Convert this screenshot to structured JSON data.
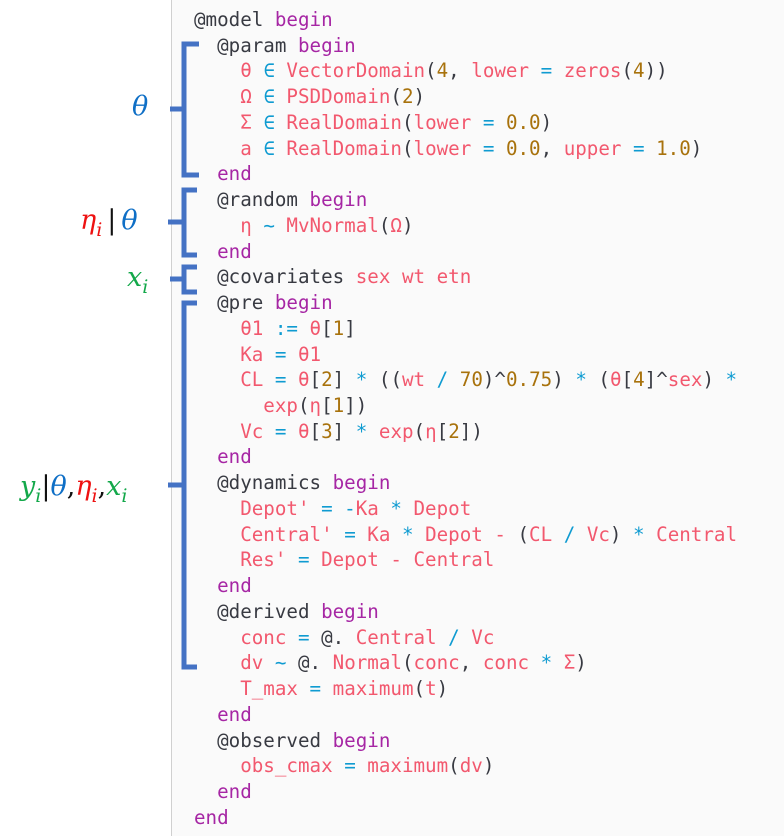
{
  "labels": {
    "theta": {
      "a": "θ"
    },
    "random": {
      "eta": "η",
      "eta_sub": "i",
      "bar": "|",
      "theta": "θ"
    },
    "covariates": {
      "x": "x",
      "x_sub": "i"
    },
    "observed": {
      "y": "y",
      "y_sub": "i",
      "bar": "|",
      "theta": "θ",
      "comma1": ",",
      "eta": "η",
      "eta_sub": "i",
      "comma2": ",",
      "x": "x",
      "x_sub": "i"
    }
  },
  "colors": {
    "bracket": "#4472c4",
    "theta": "#0f6fc6",
    "eta": "#ee1111",
    "x": "#13a84a"
  },
  "code": {
    "lines": [
      [
        [
          "@model ",
          "m"
        ],
        [
          "begin",
          "k"
        ]
      ],
      [
        [
          "  @param ",
          "m"
        ],
        [
          "begin",
          "k"
        ]
      ],
      [
        [
          "    θ ",
          "v"
        ],
        [
          "∈ ",
          "o"
        ],
        [
          "VectorDomain",
          "v"
        ],
        [
          "(",
          "p"
        ],
        [
          "4",
          "n"
        ],
        [
          ", ",
          "p"
        ],
        [
          "lower ",
          "v"
        ],
        [
          "= ",
          "o"
        ],
        [
          "zeros",
          "v"
        ],
        [
          "(",
          "p"
        ],
        [
          "4",
          "n"
        ],
        [
          "))",
          "p"
        ]
      ],
      [
        [
          "    Ω ",
          "v"
        ],
        [
          "∈ ",
          "o"
        ],
        [
          "PSDDomain",
          "v"
        ],
        [
          "(",
          "p"
        ],
        [
          "2",
          "n"
        ],
        [
          ")",
          "p"
        ]
      ],
      [
        [
          "    Σ ",
          "v"
        ],
        [
          "∈ ",
          "o"
        ],
        [
          "RealDomain",
          "v"
        ],
        [
          "(",
          "p"
        ],
        [
          "lower ",
          "v"
        ],
        [
          "= ",
          "o"
        ],
        [
          "0.0",
          "n"
        ],
        [
          ")",
          "p"
        ]
      ],
      [
        [
          "    a ",
          "v"
        ],
        [
          "∈ ",
          "o"
        ],
        [
          "RealDomain",
          "v"
        ],
        [
          "(",
          "p"
        ],
        [
          "lower ",
          "v"
        ],
        [
          "= ",
          "o"
        ],
        [
          "0.0",
          "n"
        ],
        [
          ", ",
          "p"
        ],
        [
          "upper ",
          "v"
        ],
        [
          "= ",
          "o"
        ],
        [
          "1.0",
          "n"
        ],
        [
          ")",
          "p"
        ]
      ],
      [
        [
          "  end",
          "k"
        ]
      ],
      [
        [
          "  @random ",
          "m"
        ],
        [
          "begin",
          "k"
        ]
      ],
      [
        [
          "    η ",
          "v"
        ],
        [
          "~ ",
          "o"
        ],
        [
          "MvNormal",
          "v"
        ],
        [
          "(",
          "p"
        ],
        [
          "Ω",
          "v"
        ],
        [
          ")",
          "p"
        ]
      ],
      [
        [
          "  end",
          "k"
        ]
      ],
      [
        [
          "  @covariates ",
          "m"
        ],
        [
          "sex wt etn",
          "v"
        ]
      ],
      [
        [
          "  @pre ",
          "m"
        ],
        [
          "begin",
          "k"
        ]
      ],
      [
        [
          "    θ1 ",
          "v"
        ],
        [
          ":= ",
          "o"
        ],
        [
          "θ",
          "v"
        ],
        [
          "[",
          "p"
        ],
        [
          "1",
          "n"
        ],
        [
          "]",
          "p"
        ]
      ],
      [
        [
          "    Ka ",
          "v"
        ],
        [
          "= ",
          "o"
        ],
        [
          "θ1",
          "v"
        ]
      ],
      [
        [
          "    CL ",
          "v"
        ],
        [
          "= ",
          "o"
        ],
        [
          "θ",
          "v"
        ],
        [
          "[",
          "p"
        ],
        [
          "2",
          "n"
        ],
        [
          "] ",
          "p"
        ],
        [
          "* ",
          "o"
        ],
        [
          "((",
          "p"
        ],
        [
          "wt ",
          "v"
        ],
        [
          "/ ",
          "o"
        ],
        [
          "70",
          "n"
        ],
        [
          ")^",
          "p"
        ],
        [
          "0.75",
          "n"
        ],
        [
          ") ",
          "p"
        ],
        [
          "* ",
          "o"
        ],
        [
          "(",
          "p"
        ],
        [
          "θ",
          "v"
        ],
        [
          "[",
          "p"
        ],
        [
          "4",
          "n"
        ],
        [
          "]^",
          "p"
        ],
        [
          "sex",
          "v"
        ],
        [
          ") ",
          "p"
        ],
        [
          "*",
          "o"
        ]
      ],
      [
        [
          "      exp",
          "v"
        ],
        [
          "(",
          "p"
        ],
        [
          "η",
          "v"
        ],
        [
          "[",
          "p"
        ],
        [
          "1",
          "n"
        ],
        [
          "])",
          "p"
        ]
      ],
      [
        [
          "    Vc ",
          "v"
        ],
        [
          "= ",
          "o"
        ],
        [
          "θ",
          "v"
        ],
        [
          "[",
          "p"
        ],
        [
          "3",
          "n"
        ],
        [
          "] ",
          "p"
        ],
        [
          "* ",
          "o"
        ],
        [
          "exp",
          "v"
        ],
        [
          "(",
          "p"
        ],
        [
          "η",
          "v"
        ],
        [
          "[",
          "p"
        ],
        [
          "2",
          "n"
        ],
        [
          "])",
          "p"
        ]
      ],
      [
        [
          "  end",
          "k"
        ]
      ],
      [
        [
          "  @dynamics ",
          "m"
        ],
        [
          "begin",
          "k"
        ]
      ],
      [
        [
          "    Depot' ",
          "v"
        ],
        [
          "= -",
          "o"
        ],
        [
          "Ka ",
          "v"
        ],
        [
          "* ",
          "o"
        ],
        [
          "Depot",
          "v"
        ]
      ],
      [
        [
          "    Central' ",
          "v"
        ],
        [
          "= ",
          "o"
        ],
        [
          "Ka ",
          "v"
        ],
        [
          "* ",
          "o"
        ],
        [
          "Depot - ",
          "v"
        ],
        [
          "(",
          "p"
        ],
        [
          "CL ",
          "v"
        ],
        [
          "/ ",
          "o"
        ],
        [
          "Vc",
          "v"
        ],
        [
          ") ",
          "p"
        ],
        [
          "* ",
          "o"
        ],
        [
          "Central",
          "v"
        ]
      ],
      [
        [
          "    Res' ",
          "v"
        ],
        [
          "= ",
          "o"
        ],
        [
          "Depot - Central",
          "v"
        ]
      ],
      [
        [
          "  end",
          "k"
        ]
      ],
      [
        [
          "  @derived ",
          "m"
        ],
        [
          "begin",
          "k"
        ]
      ],
      [
        [
          "    conc ",
          "v"
        ],
        [
          "= ",
          "o"
        ],
        [
          "@. ",
          "m"
        ],
        [
          "Central ",
          "v"
        ],
        [
          "/ ",
          "o"
        ],
        [
          "Vc",
          "v"
        ]
      ],
      [
        [
          "    dv ",
          "v"
        ],
        [
          "~ ",
          "o"
        ],
        [
          "@. ",
          "m"
        ],
        [
          "Normal",
          "v"
        ],
        [
          "(",
          "p"
        ],
        [
          "conc",
          "v"
        ],
        [
          ", ",
          "p"
        ],
        [
          "conc ",
          "v"
        ],
        [
          "* ",
          "o"
        ],
        [
          "Σ",
          "v"
        ],
        [
          ")",
          "p"
        ]
      ],
      [
        [
          "    T_max ",
          "v"
        ],
        [
          "= ",
          "o"
        ],
        [
          "maximum",
          "v"
        ],
        [
          "(",
          "p"
        ],
        [
          "t",
          "v"
        ],
        [
          ")",
          "p"
        ]
      ],
      [
        [
          "  end",
          "k"
        ]
      ],
      [
        [
          "  @observed ",
          "m"
        ],
        [
          "begin",
          "k"
        ]
      ],
      [
        [
          "    obs_cmax ",
          "v"
        ],
        [
          "= ",
          "o"
        ],
        [
          "maximum",
          "v"
        ],
        [
          "(",
          "p"
        ],
        [
          "dv",
          "v"
        ],
        [
          ")",
          "p"
        ]
      ],
      [
        [
          "  end",
          "k"
        ]
      ],
      [
        [
          "end",
          "k"
        ]
      ]
    ]
  }
}
